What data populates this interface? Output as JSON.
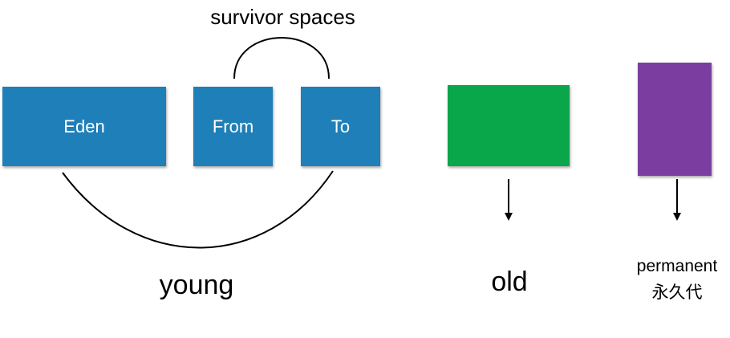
{
  "diagram": {
    "survivor_label": "survivor spaces",
    "eden_label": "Eden",
    "from_label": "From",
    "to_label": "To",
    "young_label": "young",
    "old_label": "old",
    "permanent_label": "permanent",
    "permanent_label_cjk": "永久代",
    "colors": {
      "young": "#1f7fb8",
      "old": "#0aa64a",
      "permanent": "#7b3ea0"
    }
  }
}
